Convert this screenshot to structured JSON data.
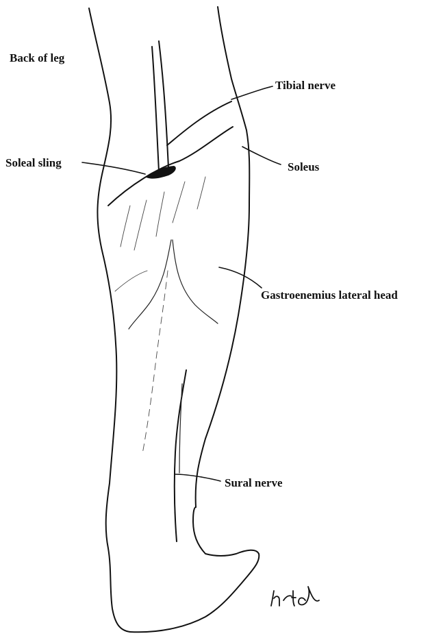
{
  "labels": {
    "back_of_leg": "Back of leg",
    "tibial_nerve": "Tibial nerve",
    "soleal_sling": "Soleal sling",
    "soleus": "Soleus",
    "gastrocnemius": "Gastroenemius lateral head",
    "sural_nerve": "Sural nerve"
  },
  "signature": "hrd"
}
